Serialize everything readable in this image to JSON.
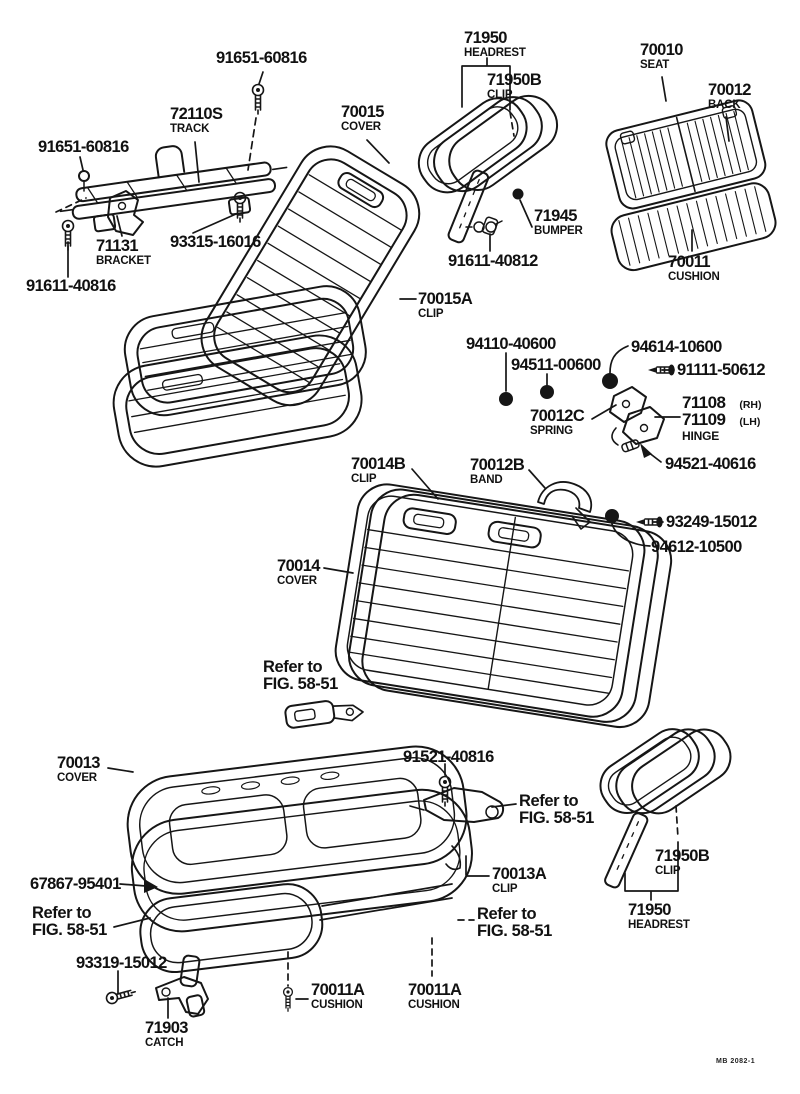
{
  "canvas": {
    "bg": "#ffffff",
    "ink": "#161616"
  },
  "footer": {
    "code": "MB 2082-1"
  },
  "refer_note": {
    "line1": "Refer to",
    "line2": "FIG. 58-51"
  },
  "hinge_label": {
    "row1_num": "71108",
    "row1_side": "(RH)",
    "row2_num": "71109",
    "row2_side": "(LH)",
    "name": "HINGE"
  },
  "labels": {
    "p91651_top": {
      "part": "91651-60816"
    },
    "track": {
      "part": "72110S",
      "desc": "TRACK"
    },
    "p91651_left": {
      "part": "91651-60816"
    },
    "cover_70015": {
      "part": "70015",
      "desc": "COVER"
    },
    "headrest_top": {
      "part": "71950",
      "desc": "HEADREST"
    },
    "clip_71950b_top": {
      "part": "71950B",
      "desc": "CLIP"
    },
    "seat_70010": {
      "part": "70010",
      "desc": "SEAT"
    },
    "back_70012": {
      "part": "70012",
      "desc": "BACK"
    },
    "bracket_71131": {
      "part": "71131",
      "desc": "BRACKET"
    },
    "p93315": {
      "part": "93315-16016"
    },
    "p91611_40816": {
      "part": "91611-40816"
    },
    "bumper_71945": {
      "part": "71945",
      "desc": "BUMPER"
    },
    "p91611_40812": {
      "part": "91611-40812"
    },
    "cushion_70011": {
      "part": "70011",
      "desc": "CUSHION"
    },
    "clip_70015a": {
      "part": "70015A",
      "desc": "CLIP"
    },
    "p94110": {
      "part": "94110-40600"
    },
    "p94511": {
      "part": "94511-00600"
    },
    "p94614": {
      "part": "94614-10600"
    },
    "p91111": {
      "part": "91111-50612"
    },
    "spring_70012c": {
      "part": "70012C",
      "desc": "SPRING"
    },
    "p94521": {
      "part": "94521-40616"
    },
    "clip_70014b": {
      "part": "70014B",
      "desc": "CLIP"
    },
    "band_70012b": {
      "part": "70012B",
      "desc": "BAND"
    },
    "p93249": {
      "part": "93249-15012"
    },
    "p94612": {
      "part": "94612-10500"
    },
    "cover_70014": {
      "part": "70014",
      "desc": "COVER"
    },
    "cover_70013": {
      "part": "70013",
      "desc": "COVER"
    },
    "p91521": {
      "part": "91521-40816"
    },
    "clip_71950b_bottom": {
      "part": "71950B",
      "desc": "CLIP"
    },
    "headrest_bottom": {
      "part": "71950",
      "desc": "HEADREST"
    },
    "p67867": {
      "part": "67867-95401"
    },
    "p93319": {
      "part": "93319-15012"
    },
    "clip_70013a": {
      "part": "70013A",
      "desc": "CLIP"
    },
    "cushion_70011a_left": {
      "part": "70011A",
      "desc": "CUSHION"
    },
    "cushion_70011a_right": {
      "part": "70011A",
      "desc": "CUSHION"
    },
    "catch_71903": {
      "part": "71903",
      "desc": "CATCH"
    }
  }
}
